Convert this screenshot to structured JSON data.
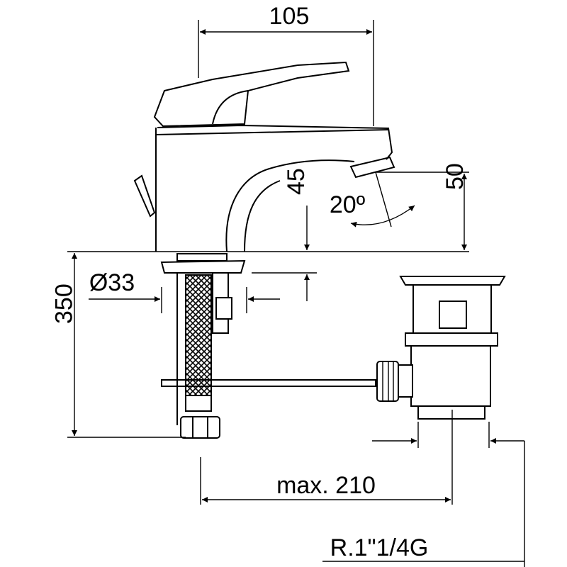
{
  "drawing": {
    "dimensions": {
      "width_top": "105",
      "spout_angle": "20º",
      "spout_height": "50",
      "clearance": "45",
      "hole_diameter": "Ø33",
      "hose_length": "350",
      "max_distance": "max. 210",
      "drain_thread": "R.1\"1/4G"
    }
  }
}
